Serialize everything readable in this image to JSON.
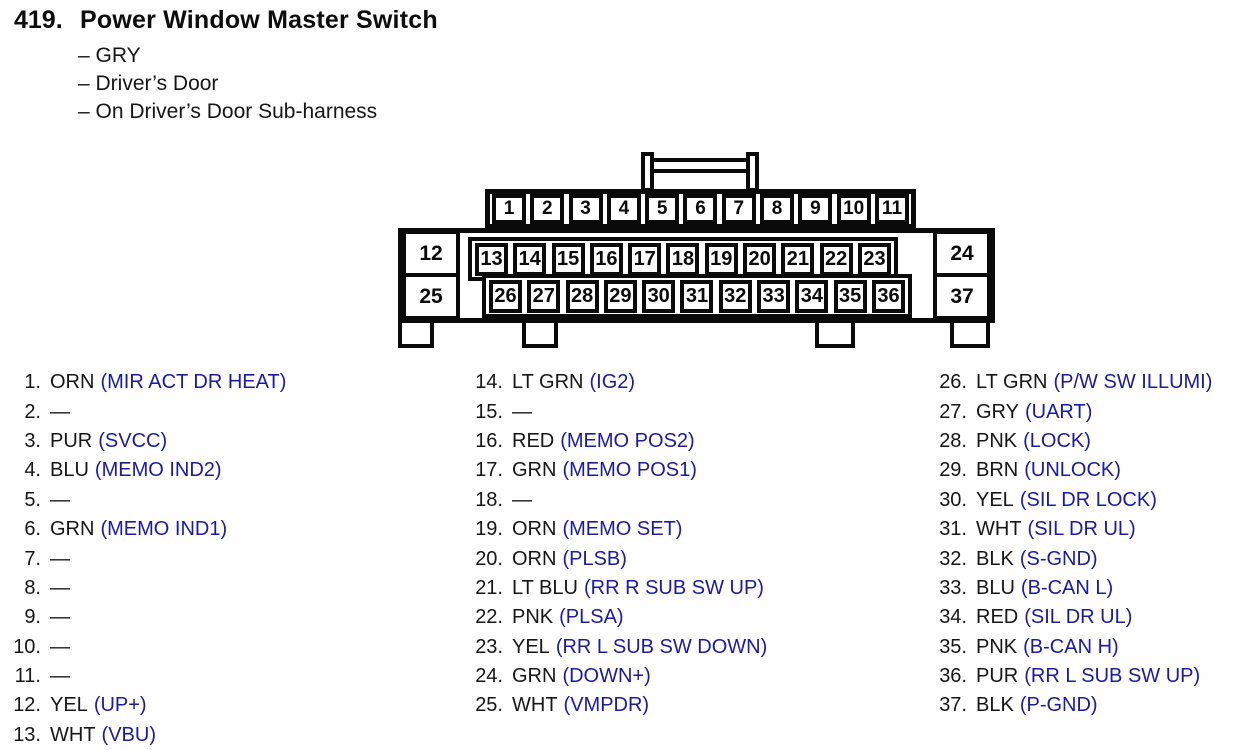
{
  "header": {
    "item_number": "419.",
    "title": "Power Window Master Switch",
    "subtitle_items": [
      "– GRY",
      "– Driver’s Door",
      "– On Driver’s Door Sub-harness"
    ]
  },
  "connector": {
    "description": "37-pin connector front view",
    "top_row": [
      "1",
      "2",
      "3",
      "4",
      "5",
      "6",
      "7",
      "8",
      "9",
      "10",
      "11"
    ],
    "mid_row1": [
      "13",
      "14",
      "15",
      "16",
      "17",
      "18",
      "19",
      "20",
      "21",
      "22",
      "23"
    ],
    "mid_row2": [
      "26",
      "27",
      "28",
      "29",
      "30",
      "31",
      "32",
      "33",
      "34",
      "35",
      "36"
    ],
    "pin12": "12",
    "pin25": "25",
    "pin24": "24",
    "pin37": "37"
  },
  "pin_list": {
    "columns": [
      {
        "entries": [
          {
            "num": "1.",
            "wire": "ORN",
            "signal": "(MIR ACT DR HEAT)"
          },
          {
            "num": "2.",
            "wire": "—",
            "signal": ""
          },
          {
            "num": "3.",
            "wire": "PUR",
            "signal": "(SVCC)"
          },
          {
            "num": "4.",
            "wire": "BLU",
            "signal": "(MEMO IND2)"
          },
          {
            "num": "5.",
            "wire": "—",
            "signal": ""
          },
          {
            "num": "6.",
            "wire": "GRN",
            "signal": "(MEMO IND1)"
          },
          {
            "num": "7.",
            "wire": "—",
            "signal": ""
          },
          {
            "num": "8.",
            "wire": "—",
            "signal": ""
          },
          {
            "num": "9.",
            "wire": "—",
            "signal": ""
          },
          {
            "num": "10.",
            "wire": "—",
            "signal": ""
          },
          {
            "num": "11.",
            "wire": "—",
            "signal": ""
          },
          {
            "num": "12.",
            "wire": "YEL",
            "signal": "(UP+)"
          },
          {
            "num": "13.",
            "wire": "WHT",
            "signal": "(VBU)"
          }
        ]
      },
      {
        "entries": [
          {
            "num": "14.",
            "wire": "LT GRN",
            "signal": "(IG2)"
          },
          {
            "num": "15.",
            "wire": "—",
            "signal": ""
          },
          {
            "num": "16.",
            "wire": "RED",
            "signal": "(MEMO POS2)"
          },
          {
            "num": "17.",
            "wire": "GRN",
            "signal": "(MEMO POS1)"
          },
          {
            "num": "18.",
            "wire": "—",
            "signal": ""
          },
          {
            "num": "19.",
            "wire": "ORN",
            "signal": "(MEMO SET)"
          },
          {
            "num": "20.",
            "wire": "ORN",
            "signal": "(PLSB)"
          },
          {
            "num": "21.",
            "wire": "LT BLU",
            "signal": "(RR R SUB SW UP)"
          },
          {
            "num": "22.",
            "wire": "PNK",
            "signal": "(PLSA)"
          },
          {
            "num": "23.",
            "wire": "YEL",
            "signal": "(RR L SUB SW DOWN)"
          },
          {
            "num": "24.",
            "wire": "GRN",
            "signal": "(DOWN+)"
          },
          {
            "num": "25.",
            "wire": "WHT",
            "signal": "(VMPDR)"
          }
        ]
      },
      {
        "entries": [
          {
            "num": "26.",
            "wire": "LT GRN",
            "signal": "(P/W SW ILLUMI)"
          },
          {
            "num": "27.",
            "wire": "GRY",
            "signal": "(UART)"
          },
          {
            "num": "28.",
            "wire": "PNK",
            "signal": "(LOCK)"
          },
          {
            "num": "29.",
            "wire": "BRN",
            "signal": "(UNLOCK)"
          },
          {
            "num": "30.",
            "wire": "YEL",
            "signal": "(SIL DR LOCK)"
          },
          {
            "num": "31.",
            "wire": "WHT",
            "signal": "(SIL DR UL)"
          },
          {
            "num": "32.",
            "wire": "BLK",
            "signal": "(S-GND)"
          },
          {
            "num": "33.",
            "wire": "BLU",
            "signal": "(B-CAN L)"
          },
          {
            "num": "34.",
            "wire": "RED",
            "signal": "(SIL DR UL)"
          },
          {
            "num": "35.",
            "wire": "PNK",
            "signal": "(B-CAN H)"
          },
          {
            "num": "36.",
            "wire": "PUR",
            "signal": "(RR L SUB SW UP)"
          },
          {
            "num": "37.",
            "wire": "BLK",
            "signal": "(P-GND)"
          }
        ]
      }
    ]
  },
  "colors": {
    "ink_black": "#141414",
    "signal_blue": "#1b1b9b",
    "line_black": "#0a0a0a"
  }
}
